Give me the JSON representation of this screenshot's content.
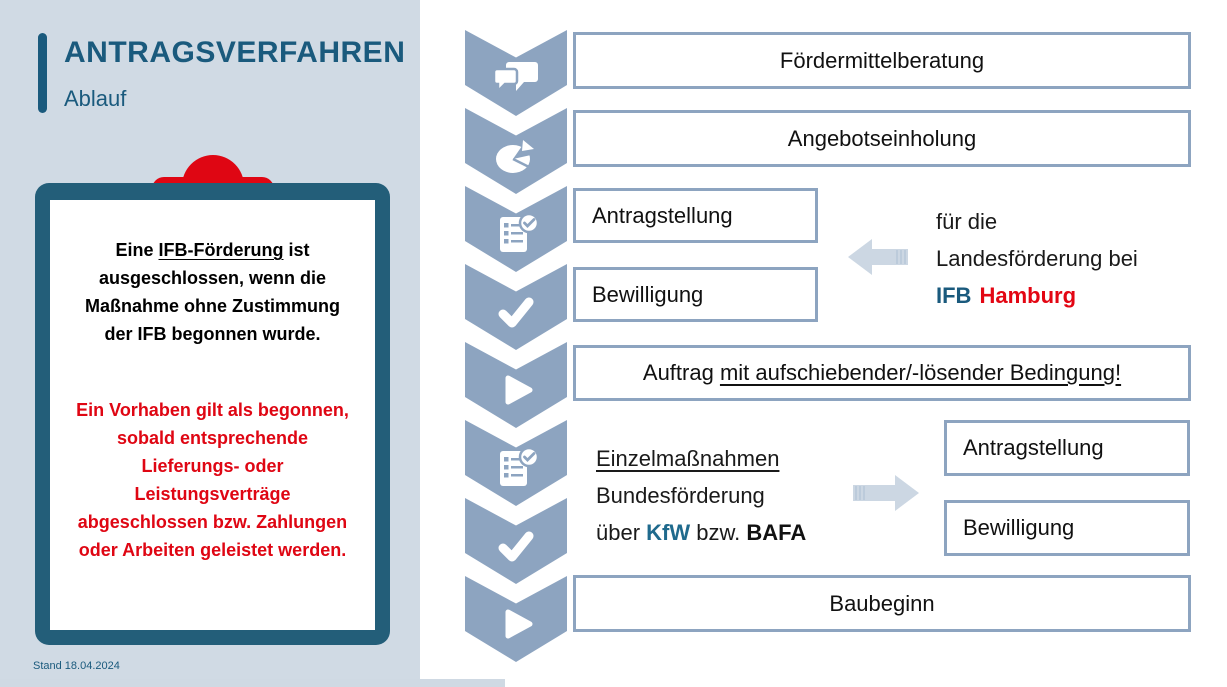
{
  "sidebar": {
    "title": "ANTRAGSVERFAHREN",
    "subtitle": "Ablauf",
    "clipboard_note": {
      "black_part1": "Eine ",
      "black_underlined": "IFB-Förderung",
      "black_part2": " ist ausgeschlossen, wenn die Maßnahme ohne Zustimmung der IFB begonnen wurde.",
      "red_text": "Ein Vorhaben gilt als begonnen, sobald entsprechende Lieferungs- oder Leistungsverträge abgeschlossen bzw. Zahlungen oder Arbeiten geleistet werden."
    },
    "version_date": "Stand 18.04.2024"
  },
  "flow": {
    "boxes": {
      "foerdermittelberatung": "Fördermittelberatung",
      "angebotseinholung": "Angebotseinholung",
      "antragstellung_land": "Antragstellung",
      "bewilligung_land": "Bewilligung",
      "auftrag_part1": "Auftrag ",
      "auftrag_underlined": "mit aufschiebender/-lösender Bedingung!",
      "antragstellung_bund": "Antragstellung",
      "bewilligung_bund": "Bewilligung",
      "baubeginn": "Baubeginn"
    },
    "landesfoerderung_note": {
      "line1": "für die",
      "line2": "Landesförderung bei",
      "ifb": "IFB",
      "hamburg": "Hamburg"
    },
    "bundesfoerderung_note": {
      "line1_underlined": "Einzelmaßnahmen",
      "line2": "Bundesförderung",
      "line3_part1": "über ",
      "kfw": "KfW",
      "line3_part2": " bzw. ",
      "bafa": "BAFA"
    },
    "step_icons": [
      "chat-bubbles",
      "pie-chart",
      "checklist-check",
      "checkmark",
      "play",
      "checklist-check",
      "checkmark",
      "play"
    ]
  },
  "colors": {
    "sidebar_background": "#d0dae4",
    "accent_blue": "#1a5a7d",
    "chevron_blue": "#8da4c0",
    "box_border_blue": "#8da4c0",
    "light_arrow_blue": "#ccd7e3",
    "brand_red": "#df0613",
    "hamburg_red": "#e30613",
    "clipboard_frame": "#235e79",
    "kfw_blue": "#1f6a8d"
  }
}
